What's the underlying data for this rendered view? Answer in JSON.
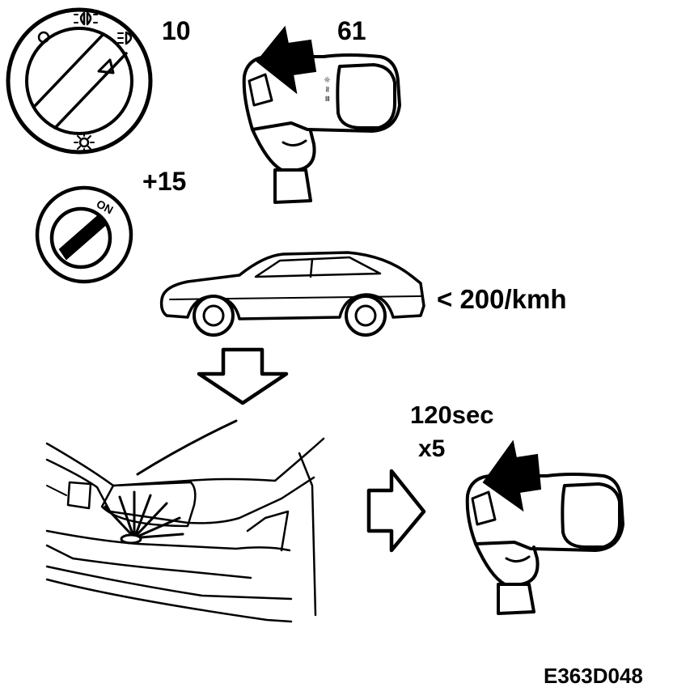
{
  "labels": {
    "light_switch_position": "10",
    "stalk_code": "61",
    "ignition_terminal": "+15",
    "ignition_on": "ON",
    "speed_condition": "< 200/kmh",
    "duration": "120sec",
    "repeat_count": "x5",
    "figure_code": "E363D048"
  }
}
